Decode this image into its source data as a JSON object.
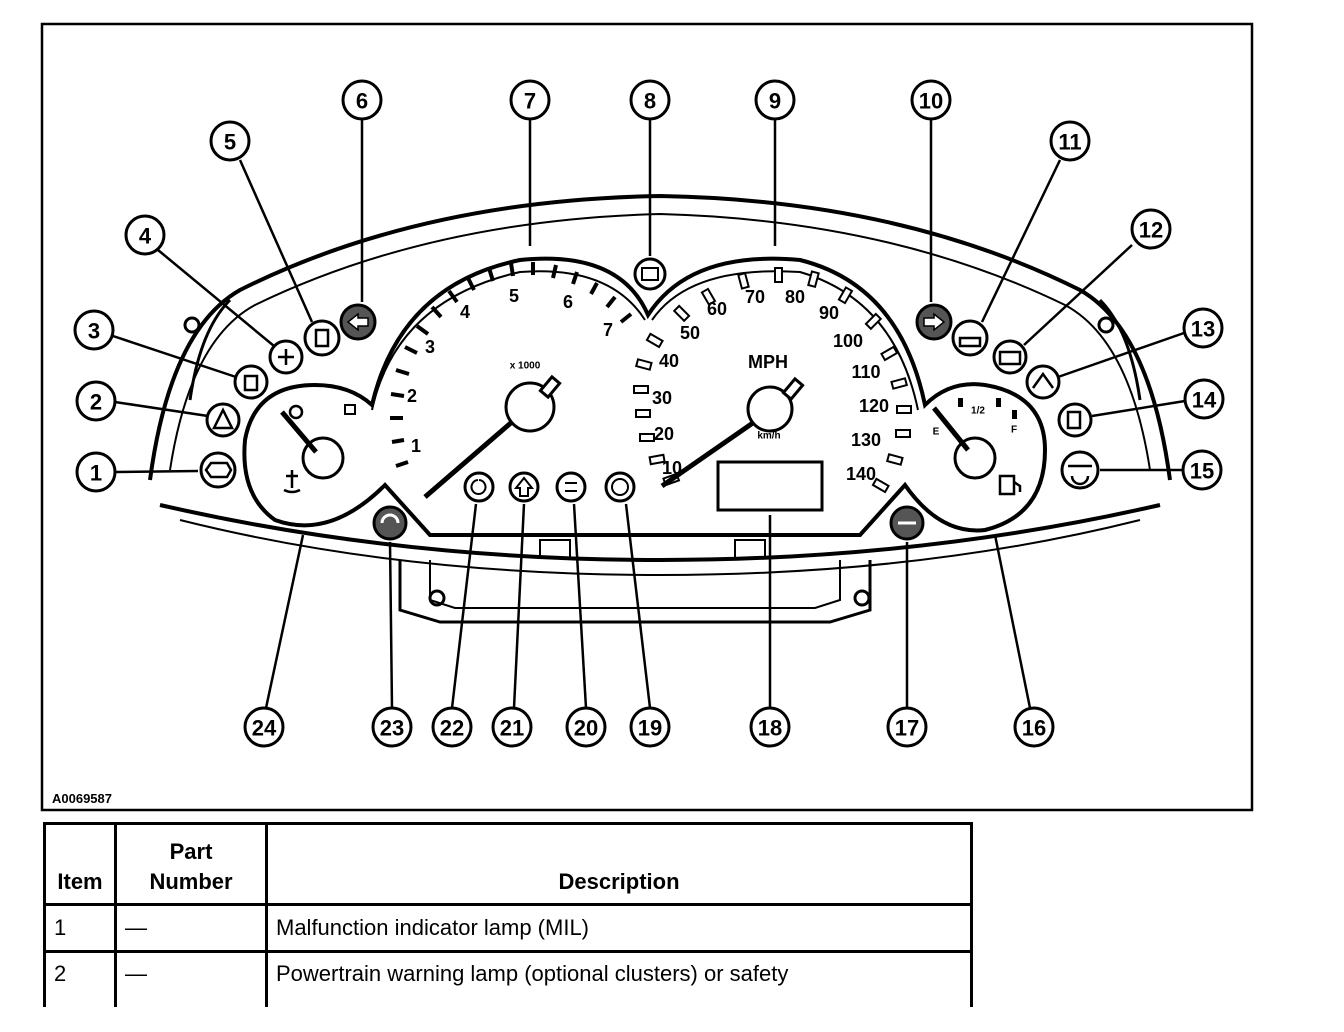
{
  "figure_id": "A0069587",
  "callouts": [
    "1",
    "2",
    "3",
    "4",
    "5",
    "6",
    "7",
    "8",
    "9",
    "10",
    "11",
    "12",
    "13",
    "14",
    "15",
    "16",
    "17",
    "18",
    "19",
    "20",
    "21",
    "22",
    "23",
    "24"
  ],
  "tachometer": {
    "scale_labels": [
      "1",
      "2",
      "3",
      "4",
      "5",
      "6",
      "7"
    ],
    "unit_label": "x 1000"
  },
  "speedometer": {
    "unit_label": "MPH",
    "mph_labels": [
      "10",
      "20",
      "30",
      "40",
      "50",
      "60",
      "70",
      "80",
      "90",
      "100",
      "110",
      "120",
      "130",
      "140"
    ],
    "sub_label": "km/h"
  },
  "fuel_gauge": {
    "labels": [
      "E",
      "1/2",
      "F"
    ]
  },
  "table": {
    "headers": {
      "item": "Item",
      "part_number": "Part\nNumber",
      "description": "Description"
    },
    "rows": [
      {
        "item": "1",
        "part_number": "—",
        "description": "Malfunction indicator lamp (MIL)"
      },
      {
        "item": "2",
        "part_number": "—",
        "description": "Powertrain warning lamp (optional clusters) or safety"
      }
    ]
  }
}
